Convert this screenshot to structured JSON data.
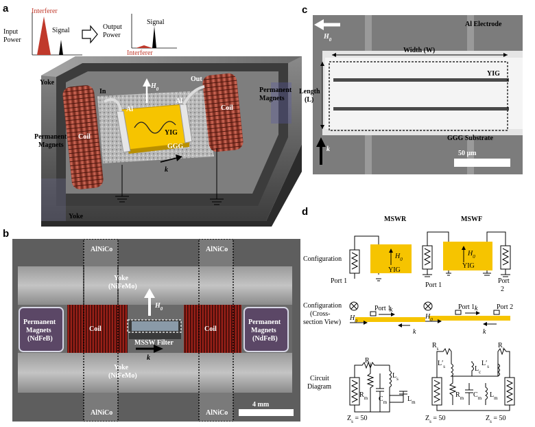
{
  "panels": {
    "a": {
      "letter": "a",
      "input_power": [
        "Input",
        "Power"
      ],
      "output_power": [
        "Output",
        "Power"
      ],
      "interferer_in": "Interferer",
      "signal_in": "Signal",
      "interferer_out": "Interferer",
      "signal_out": "Signal",
      "yoke_top": "Yoke",
      "yoke_bottom": "Yoke",
      "permanent_magnets_left": [
        "Permanent",
        "Magnets"
      ],
      "permanent_magnets_right": [
        "Permanent",
        "Magnets"
      ],
      "coil_left": "Coil",
      "coil_right": "Coil",
      "in": "In",
      "out": "Out",
      "al_left": "Al",
      "al_right": "Al",
      "yig": "YIG",
      "ggg": "GGG",
      "h0": "H",
      "h0_sub": "0",
      "k": "k"
    },
    "b": {
      "letter": "b",
      "alnico_tl": "AlNiCo",
      "alnico_tr": "AlNiCo",
      "alnico_bl": "AlNiCo",
      "alnico_br": "AlNiCo",
      "yoke_top": [
        "Yoke",
        "(NiFeMo)"
      ],
      "yoke_bottom": [
        "Yoke",
        "(NiFeMo)"
      ],
      "magnets_left": [
        "Permanent",
        "Magnets",
        "(NdFeB)"
      ],
      "magnets_right": [
        "Permanent",
        "Magnets",
        "(NdFeB)"
      ],
      "coil_left": "Coil",
      "coil_right": "Coil",
      "filter": "MSSW Filter",
      "h0": "H",
      "h0_sub": "0",
      "k": "k",
      "scale": "4 mm"
    },
    "c": {
      "letter": "c",
      "h0": "H",
      "h0_sub": "0",
      "electrode": "Al Electrode",
      "width": "Width (W)",
      "length": [
        "Length",
        "(L)"
      ],
      "yig": "YIG",
      "ggg": "GGG Substrate",
      "k": "k",
      "scale": "50 μm"
    },
    "d": {
      "letter": "d",
      "mswr": "MSWR",
      "mswf": "MSWF",
      "row_config": "Configuration",
      "row_cross": [
        "Configuration",
        "(Cross-",
        "section View)"
      ],
      "row_circuit": [
        "Circuit",
        "Diagram"
      ],
      "port1_a": "Port 1",
      "port1_b": "Port 1",
      "port2_b": [
        "Port",
        "2"
      ],
      "yig_a": "YIG",
      "yig_b": "YIG",
      "h0": "H",
      "h0_sub": "0",
      "k": "k",
      "cs_port1_a": "Port 1",
      "cs_port1_b": "Port 1",
      "cs_port2_b": "Port 2",
      "c_rs": "R",
      "c_ls": "L",
      "c_rm": "R",
      "c_cm": "C",
      "c_lm": "L",
      "c_lc": "L",
      "c_rs_sub": "s",
      "c_ls_sub": "s",
      "c_rm_sub": "m",
      "c_cm_sub": "m",
      "c_lm_sub": "m",
      "c_lc_sub": "c",
      "zs_a": "Z",
      "zs_b1": "Z",
      "zs_b2": "Z",
      "zs_sub": "s",
      "zs_val": " = 50",
      "prime": "′"
    }
  },
  "colors": {
    "yig": "#f6c400",
    "coil": "#b5473a",
    "yoke_dark": "#5a5a5a",
    "signal": "#000000",
    "interferer": "#c0392b"
  }
}
